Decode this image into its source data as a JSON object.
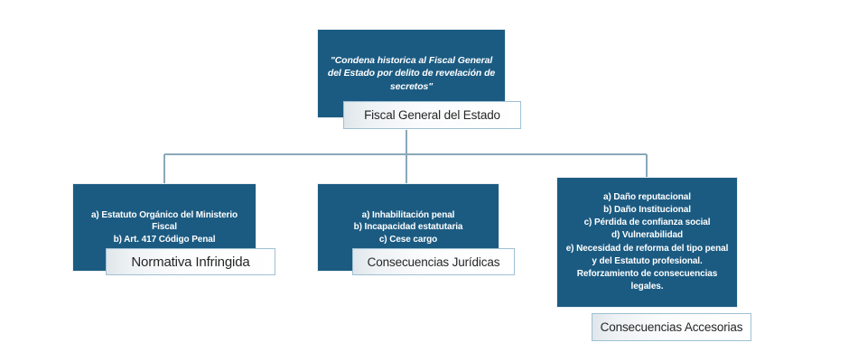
{
  "diagram": {
    "type": "organizational-tree",
    "colors": {
      "node_fill": "#1b5b82",
      "node_text": "#ffffff",
      "label_fill": "#f4f7f9",
      "label_border": "#9fc0d4",
      "connector": "#8aa8b8",
      "background": "#ffffff"
    },
    "root": {
      "body_text": "\"Condena historica al Fiscal General del Estado por delito de revelación de secretos\"",
      "label": "Fiscal General del Estado"
    },
    "children": [
      {
        "id": "normativa-infringida",
        "items": [
          "a) Estatuto Orgánico del Ministerio Fiscal",
          "b) Art. 417 Código Penal"
        ],
        "label": "Normativa Infringida"
      },
      {
        "id": "consecuencias-juridicas",
        "items": [
          "a) Inhabilitación penal",
          "b) Incapacidad estatutaria",
          "c) Cese cargo"
        ],
        "label": "Consecuencias Jurídicas"
      },
      {
        "id": "consecuencias-accesorias",
        "items": [
          "a) Daño reputacional",
          "b) Daño Institucional",
          "c) Pérdida de confianza social",
          "d) Vulnerabilidad",
          "e)  Necesidad de reforma del tipo penal y del Estatuto profesional. Reforzamiento de consecuencias legales."
        ],
        "label": "Consecuencias Accesorias"
      }
    ]
  }
}
